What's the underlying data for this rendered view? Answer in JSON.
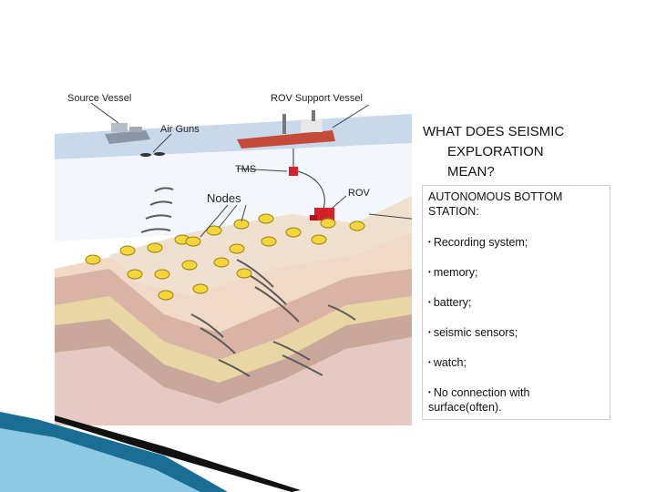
{
  "illustration": {
    "labels": {
      "source_vessel": "Source Vessel",
      "rov_support_vessel": "ROV Support Vessel",
      "air_guns": "Air Guns",
      "tms": "TMS",
      "nodes": "Nodes",
      "rov": "ROV"
    },
    "colors": {
      "water": "#c9d9ec",
      "seabed": "#efe0cf",
      "node": "#f4d63a",
      "rov": "#d2232a"
    }
  },
  "title": {
    "line1": "WHAT DOES SEISMIC",
    "line2": "EXPLORATION",
    "line3": "MEAN?"
  },
  "station_box": {
    "heading": "AUTONOMOUS BOTTOM STATION:",
    "bullet": "•",
    "items": [
      "Recording system;",
      "memory;",
      "battery;",
      "seismic sensors;",
      "watch;",
      "No connection with surface(often)."
    ]
  },
  "decoration": {
    "colors": {
      "blue_dark": "#1b6e93",
      "blue_light": "#8ec9e3",
      "black": "#111111"
    }
  }
}
